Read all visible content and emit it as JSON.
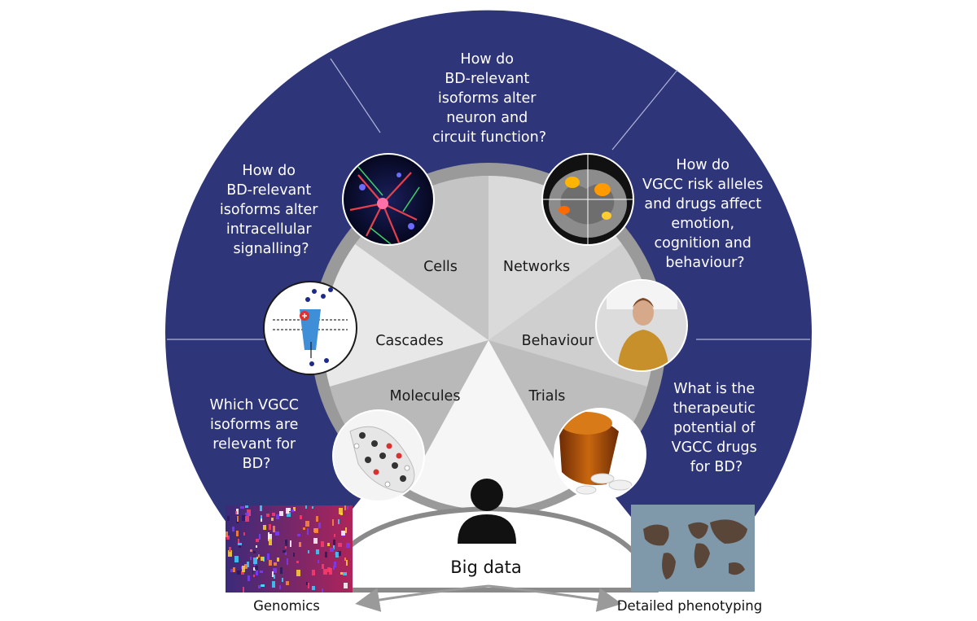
{
  "questions": {
    "top": [
      "How do",
      "BD-relevant",
      "isoforms alter",
      "neuron and",
      "circuit function?"
    ],
    "upper_left": [
      "How do",
      "BD-relevant",
      "isoforms alter",
      "intracellular",
      "signalling?"
    ],
    "upper_right": [
      "How do",
      "VGCC risk alleles",
      "and drugs affect",
      "emotion,",
      "cognition and",
      "behaviour?"
    ],
    "lower_left": [
      "Which VGCC",
      "isoforms are",
      "relevant for",
      "BD?"
    ],
    "lower_right": [
      "What is the",
      "therapeutic",
      "potential of",
      "VGCC drugs",
      "for BD?"
    ]
  },
  "segments": {
    "cells": "Cells",
    "networks": "Networks",
    "cascades": "Cascades",
    "behaviour": "Behaviour",
    "molecules": "Molecules",
    "trials": "Trials"
  },
  "bottom": {
    "big_data": "Big data",
    "genomics": "Genomics",
    "phenotyping": "Detailed phenotyping"
  },
  "colors": {
    "outer_ring": "#2e3579",
    "inner_disk": "#c8c8c8",
    "grey_ring": "#9a9a9a",
    "arrow": "#9a9a9a"
  },
  "icons": {
    "cells": "neuron-micrograph-image",
    "networks": "brain-fmri-image",
    "cascades": "ion-channel-icon",
    "behaviour": "person-in-scanner-image",
    "molecules": "molecule-model-image",
    "trials": "pill-bottle-image",
    "big_data": "person-silhouette-icon",
    "genomics": "genomics-heatmap-image",
    "phenotyping": "world-map-image"
  }
}
